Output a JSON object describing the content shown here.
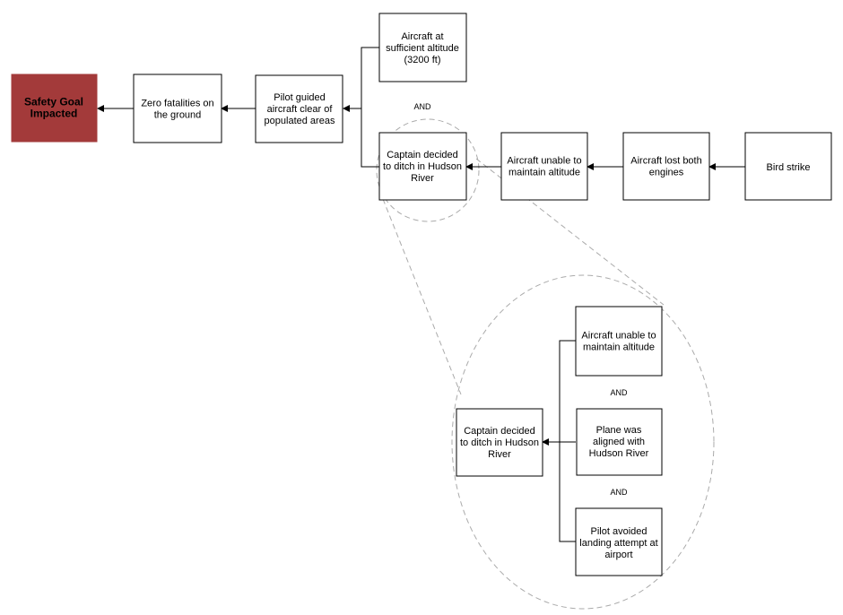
{
  "colors": {
    "goal_fill": "#a33a3a",
    "goal_text": "#ffffff",
    "box_stroke": "#000000",
    "zoom_stroke": "#aaaaaa"
  },
  "nodes": {
    "safety_goal": [
      "Safety Goal",
      "Impacted"
    ],
    "zero_fatalities": [
      "Zero fatalities on",
      "the ground"
    ],
    "pilot_guided": [
      "Pilot guided",
      "aircraft clear of",
      "populated areas"
    ],
    "sufficient_altitude": [
      "Aircraft at",
      "sufficient altitude",
      "(3200 ft)"
    ],
    "captain_decided": [
      "Captain decided",
      "to ditch in Hudson",
      "River"
    ],
    "unable_altitude": [
      "Aircraft unable to",
      "maintain altitude"
    ],
    "lost_engines": [
      "Aircraft lost both",
      "engines"
    ],
    "bird_strike": [
      "Bird strike"
    ],
    "zoom_captain_decided": [
      "Captain decided",
      "to ditch in Hudson",
      "River"
    ],
    "zoom_unable_altitude": [
      "Aircraft unable to",
      "maintain altitude"
    ],
    "zoom_aligned_hudson": [
      "Plane was",
      "aligned with",
      "Hudson River"
    ],
    "zoom_avoided_airport": [
      "Pilot avoided",
      "landing attempt at",
      "airport"
    ]
  },
  "connectors": {
    "and_top": "AND",
    "and_zoom_1": "AND",
    "and_zoom_2": "AND"
  }
}
